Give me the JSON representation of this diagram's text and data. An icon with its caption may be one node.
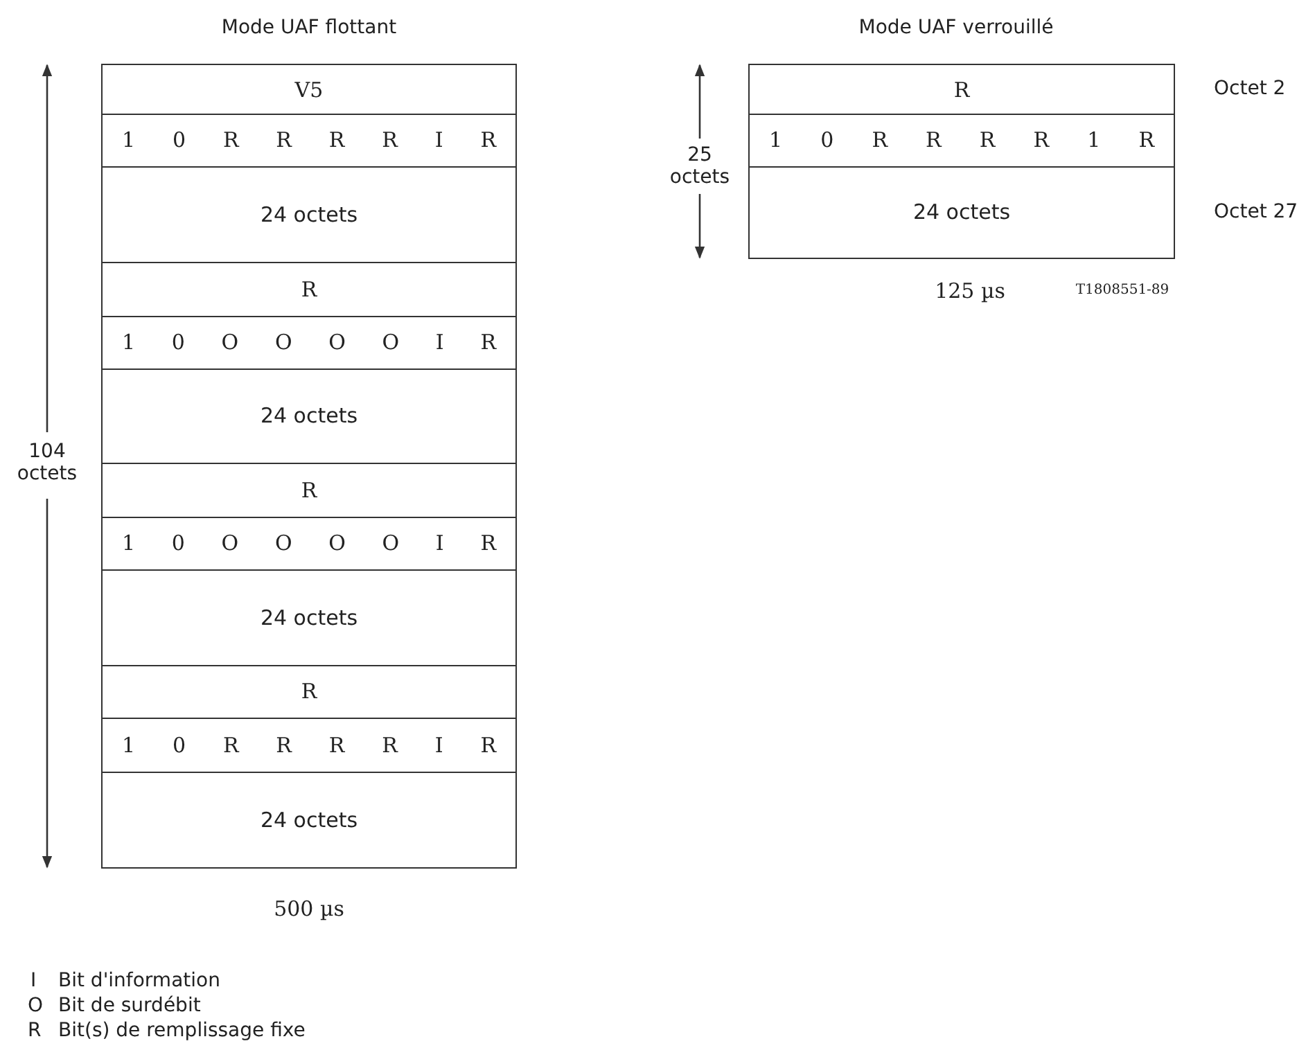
{
  "diagram": {
    "nodes": [
      {
        "text": [
          "V5"
        ]
      },
      {
        "text": [
          "1 0 R R R R I R"
        ]
      },
      {
        "text": [
          "24 octets"
        ]
      },
      {
        "text": [
          "R"
        ]
      },
      {
        "text": [
          "1 0 O O O O I R"
        ]
      },
      {
        "text": [
          "24 octets"
        ]
      },
      {
        "text": [
          "R"
        ]
      },
      {
        "text": [
          "1 0 O O O O I R"
        ]
      },
      {
        "text": [
          "24 octets"
        ]
      },
      {
        "text": [
          "R"
        ]
      },
      {
        "text": [
          "1 0 R R R R I R"
        ]
      },
      {
        "text": [
          "24 octets"
        ]
      },
      {
        "text": [
          "R"
        ],
        "beside": [
          "Octet 2"
        ]
      },
      {
        "text": [
          "1 0 R R R R 1 R"
        ]
      },
      {
        "text": [
          "24 octets"
        ],
        "beside": [
          "Octet 27"
        ]
      }
    ],
    "labels": [
      "Mode UAF flottant",
      "Mode UAF verrouillé",
      "25 octets",
      "104 octets",
      "125 µs",
      "T1808551-89",
      "500 µs",
      "I",
      "Bit d'information",
      "O",
      "Bit de surdébit",
      "R",
      "Bit(s) de remplissage fixe"
    ]
  }
}
